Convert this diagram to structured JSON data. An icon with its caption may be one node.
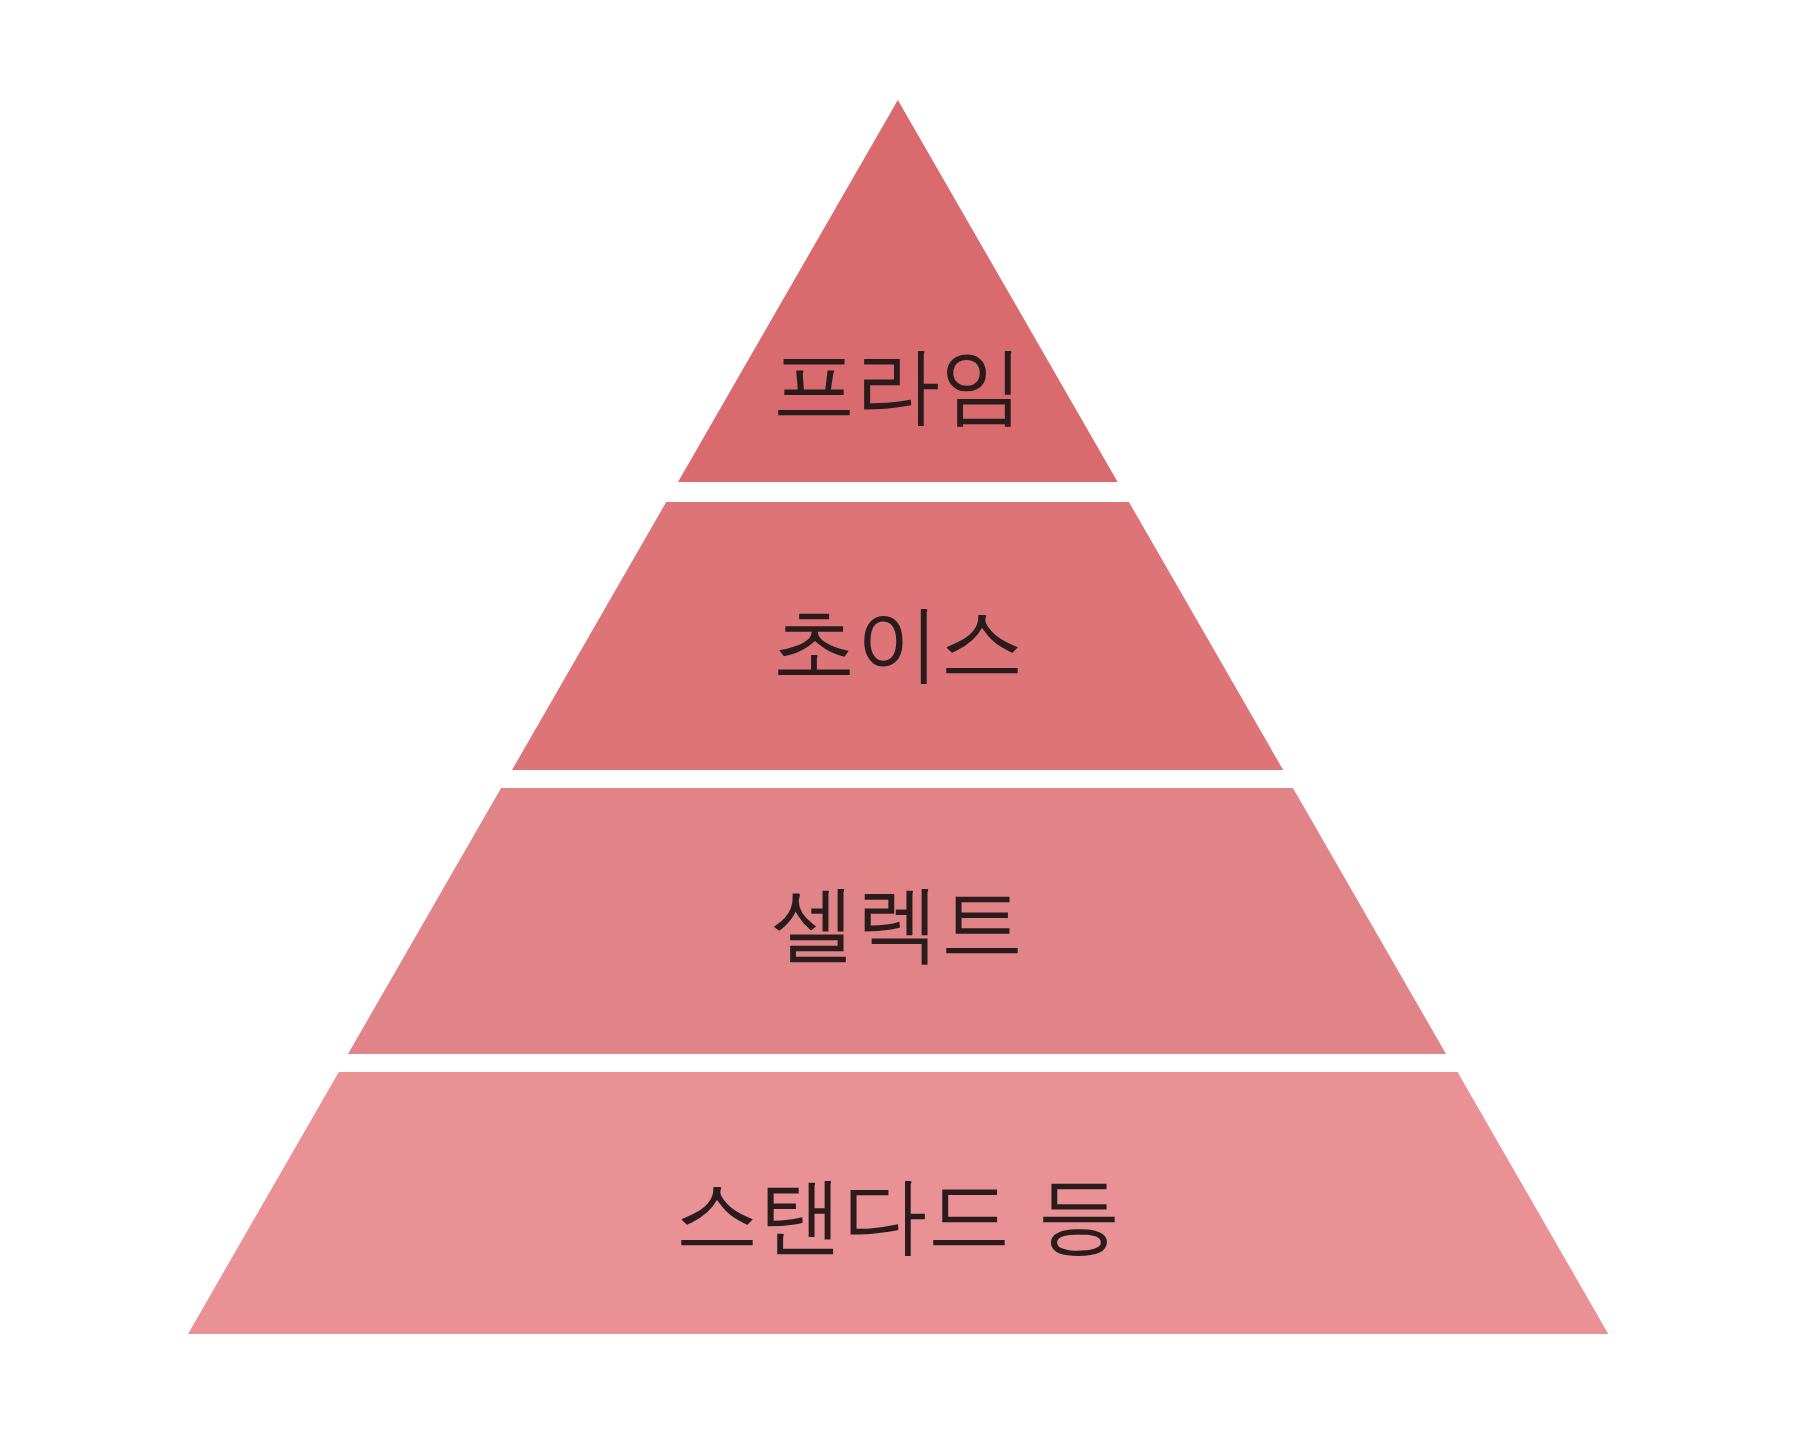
{
  "diagram": {
    "nodes": [
      {
        "text": [
          "프라임"
        ]
      },
      {
        "text": [
          "초이스"
        ]
      },
      {
        "text": [
          "셀렉트"
        ]
      },
      {
        "text": [
          "스탠다드 등"
        ]
      }
    ]
  }
}
